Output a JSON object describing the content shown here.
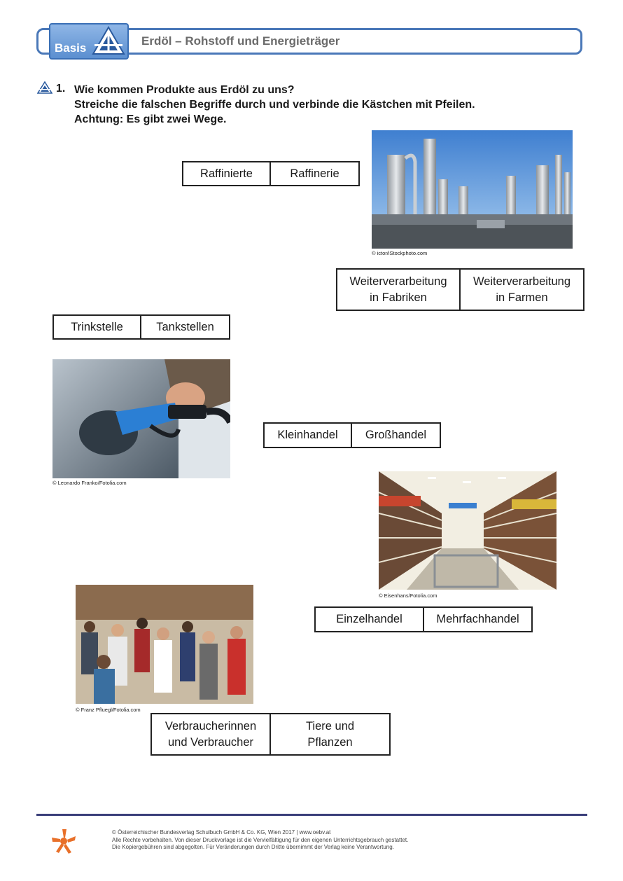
{
  "header": {
    "badge": "Basis",
    "title": "Erdöl – Rohstoff und Energieträger"
  },
  "task": {
    "number": "1.",
    "lines": [
      "Wie kommen Produkte aus Erdöl zu uns?",
      "Streiche die falschen Begriffe durch und verbinde die Kästchen mit Pfeilen.",
      "Achtung: Es gibt zwei Wege."
    ]
  },
  "boxes": {
    "raffinerie": [
      "Raffinierte",
      "Raffinerie"
    ],
    "weiterverarbeitung": [
      "Weiterverarbeitung\nin Fabriken",
      "Weiterverarbeitung\nin Farmen"
    ],
    "tankstelle": [
      "Trinkstelle",
      "Tankstellen"
    ],
    "handel": [
      "Kleinhandel",
      "Großhandel"
    ],
    "einzelhandel": [
      "Einzelhandel",
      "Mehrfachhandel"
    ],
    "verbraucher": [
      "Verbraucherinnen\nund Verbraucher",
      "Tiere und\nPflanzen"
    ]
  },
  "credits": {
    "refinery": "© ictor/iStockphoto.com",
    "fuel": "© Leonardo Franko/Fotolia.com",
    "supermarket": "© Eisenhans/Fotolia.com",
    "crowd": "© Franz Pfluegl/Fotolia.com"
  },
  "footer": {
    "lines": [
      "© Österreichischer Bundesverlag Schulbuch GmbH & Co. KG, Wien 2017 | www.oebv.at",
      "Alle Rechte vorbehalten. Von dieser Druckvorlage ist die Vervielfältigung für den eigenen Unterrichtsgebrauch gestattet.",
      "Die Kopiergebühren sind abgegolten. Für Veränderungen durch Dritte übernimmt der Verlag keine Verantwortung."
    ]
  },
  "colors": {
    "header_border": "#4a78b8",
    "badge": "#5b8fd0",
    "footer_rule": "#3a3f7a",
    "logo_orange": "#e8702a"
  }
}
